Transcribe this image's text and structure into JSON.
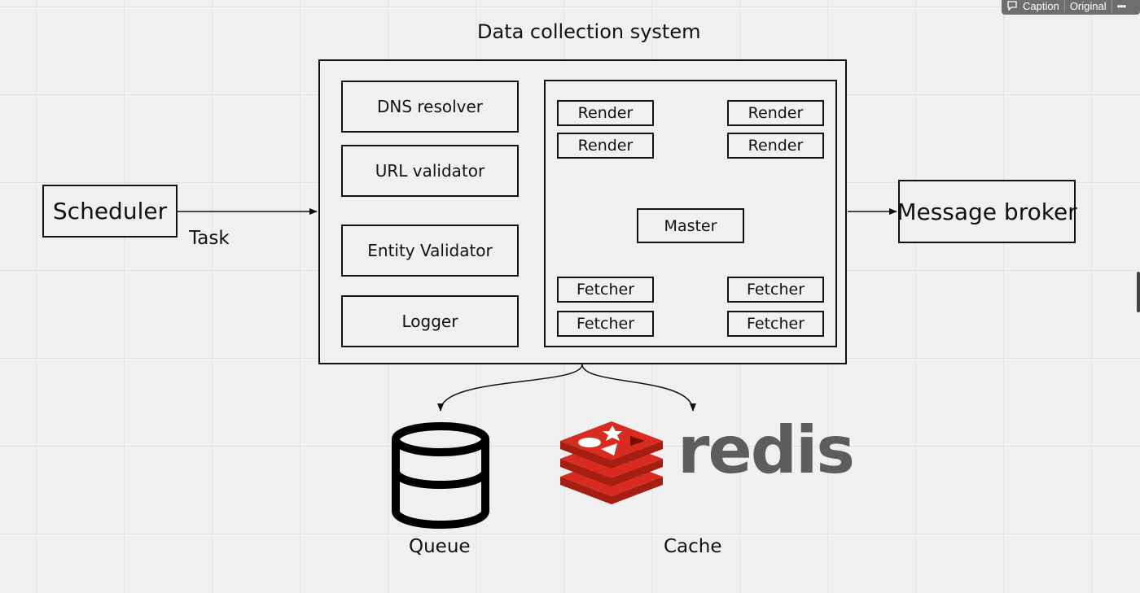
{
  "toolbar": {
    "caption_icon": "speech-bubble-icon",
    "caption_label": "Caption",
    "original_label": "Original",
    "more_icon": "more-dots-icon",
    "more_label": "•••"
  },
  "diagram": {
    "title": "Data collection system",
    "scheduler": "Scheduler",
    "task_label": "Task",
    "message_broker": "Message broker",
    "left_modules": [
      "DNS resolver",
      "URL validator",
      "Entity Validator",
      "Logger"
    ],
    "master": "Master",
    "render_nodes": [
      "Render",
      "Render",
      "Render",
      "Render"
    ],
    "fetcher_nodes": [
      "Fetcher",
      "Fetcher",
      "Fetcher",
      "Fetcher"
    ],
    "queue_label": "Queue",
    "cache_label": "Cache",
    "redis_wordmark": "redis",
    "database_icon": "database-icon",
    "redis_logo_icon": "redis-logo-icon",
    "colors": {
      "redis_red": "#d82c20",
      "redis_dark_red": "#a41e11",
      "redis_text": "#5d5d5d",
      "stroke": "#111111"
    }
  }
}
